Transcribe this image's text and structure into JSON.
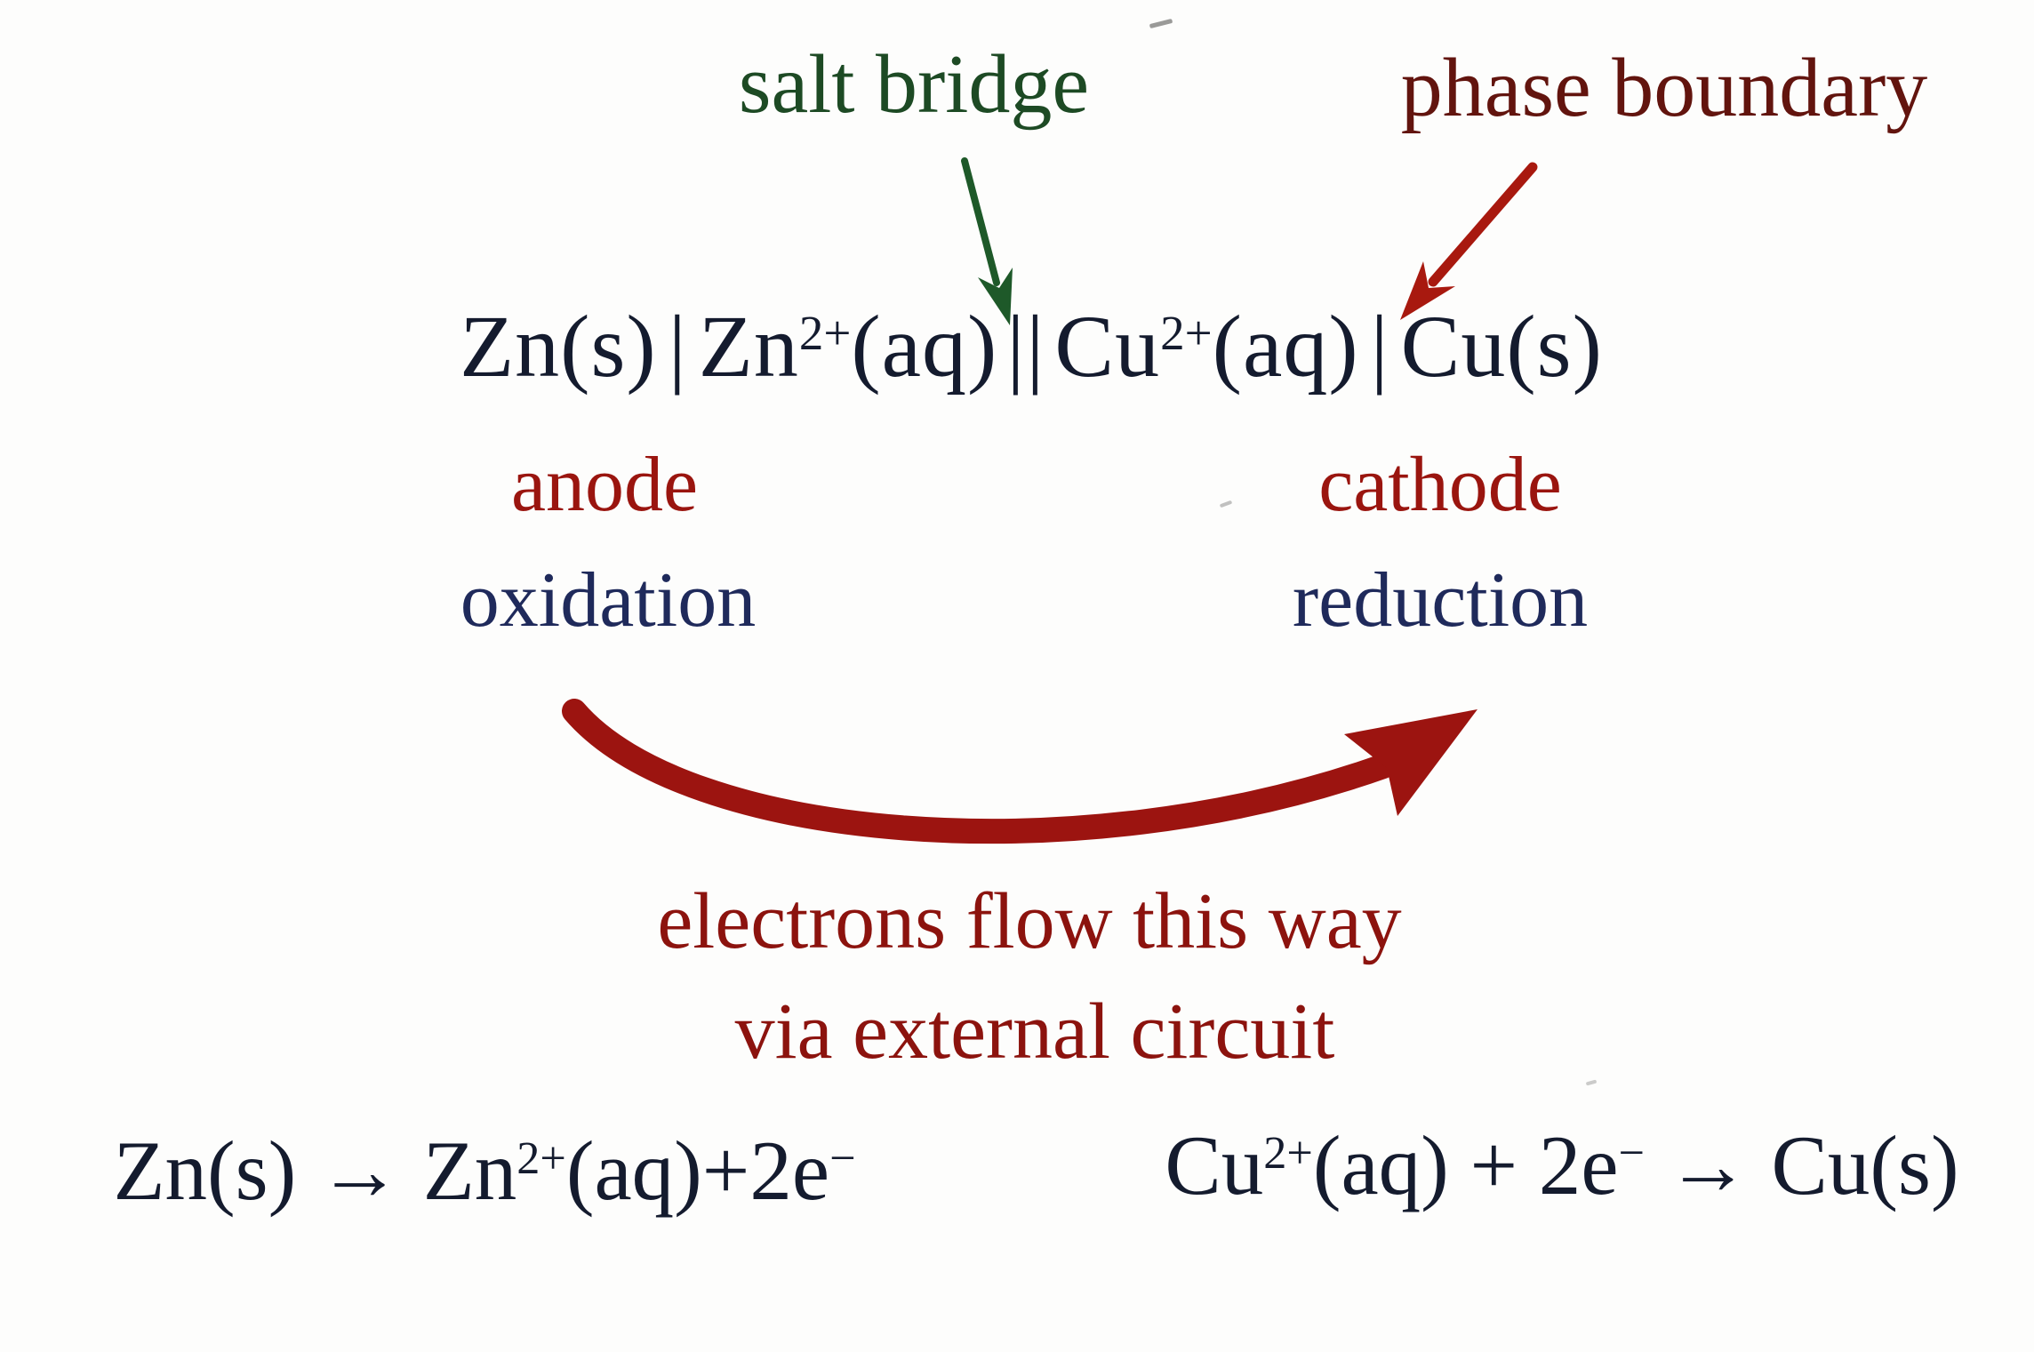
{
  "colors": {
    "background": "#fdfdfc",
    "green_text": "#1d4a24",
    "green_arrow": "#1e5929",
    "maroon_text": "#62140e",
    "red_arrow": "#a8190f",
    "crimson_text": "#9a150f",
    "navy_text": "#1f2a5b",
    "ink_text": "#141b2e",
    "flow_red_text": "#8c130e",
    "curved_arrow": "#9c1410"
  },
  "annotations": {
    "salt_bridge": "salt bridge",
    "phase_boundary": "phase boundary"
  },
  "cell_notation": {
    "zn_solid": "Zn(s)",
    "phase_bar_left": "|",
    "zn_ion": "Zn",
    "zn_charge": "2+",
    "zn_aq": "(aq)",
    "salt_bridge_bars": "||",
    "cu_ion": "Cu",
    "cu_charge": "2+",
    "cu_aq": "(aq)",
    "phase_bar_right": "|",
    "cu_solid": "Cu(s)"
  },
  "electrodes": {
    "anode": "anode",
    "anode_process": "oxidation",
    "cathode": "cathode",
    "cathode_process": "reduction"
  },
  "electron_flow": {
    "line1": "electrons flow this way",
    "line2": "via external circuit"
  },
  "half_equations": {
    "oxidation": {
      "reactant": "Zn(s)",
      "arrow": " → ",
      "product_base": "Zn",
      "product_charge": "2+",
      "product_rest": "(aq)+2e",
      "electron_sign": "−"
    },
    "reduction": {
      "reactant_base": "Cu",
      "reactant_charge": "2+",
      "reactant_rest": "(aq) + 2e",
      "electron_sign": "−",
      "arrow": " → ",
      "product": "Cu(s)"
    }
  }
}
